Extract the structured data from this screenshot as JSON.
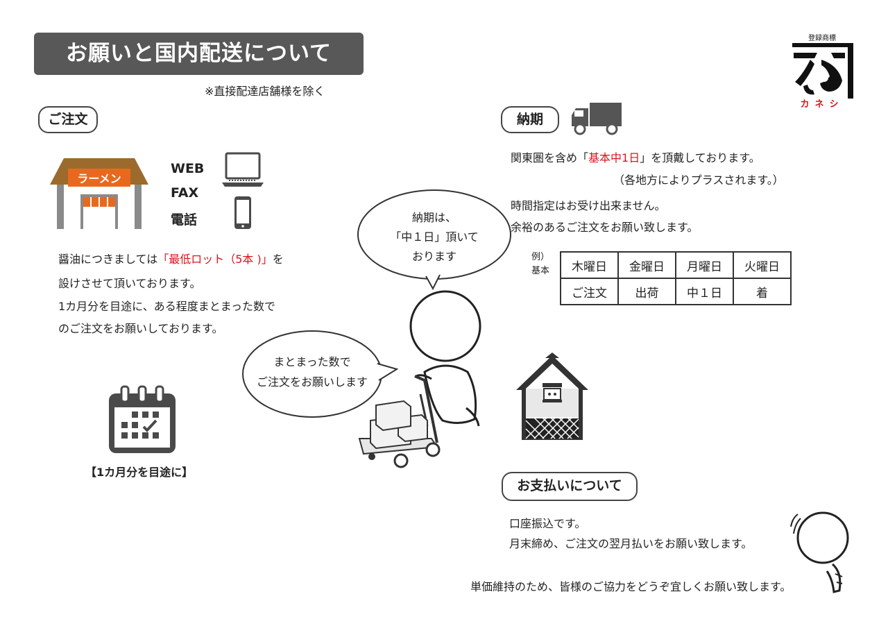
{
  "title": "お願いと国内配送について",
  "subnote": "※直接配達店舗様を除く",
  "order": {
    "heading": "ご注文",
    "shop_sign": "ラーメン",
    "methods": [
      "WEB",
      "FAX",
      "電話"
    ],
    "line1_pre": "醤油につきましては",
    "line1_red": "「最低ロット（5本 )」",
    "line1_post": "を",
    "line2": "設けさせて頂いております。",
    "line3": "1カ月分を目途に、ある程度まとまった数で",
    "line4": "のご注文をお願いしております。",
    "calendar_caption": "【1カ月分を目途に】"
  },
  "bubbles": {
    "top": [
      "納期は、",
      "「中１日」頂いて",
      "おります"
    ],
    "left": [
      "まとまった数で",
      "ご注文をお願いします"
    ]
  },
  "delivery": {
    "heading": "納期",
    "line1_pre": "関東圏を含め「",
    "line1_red": "基本中1日",
    "line1_post": "」を頂戴しております。",
    "line2": "（各地方によりプラスされます。）",
    "line3": "時間指定はお受け出来ません。",
    "line4": "余裕のあるご注文をお願い致します。",
    "example_label": [
      "例）",
      "基本"
    ],
    "table": {
      "days": [
        "木曜日",
        "金曜日",
        "月曜日",
        "火曜日"
      ],
      "events": [
        "ご注文",
        "出荷",
        "中１日",
        "着"
      ]
    }
  },
  "payment": {
    "heading": "お支払いについて",
    "line1": "口座振込です。",
    "line2": "月末締め、ご注文の翌月払いをお願い致します。"
  },
  "closing": "単価維持のため、皆様のご協力をどうぞ宜しくお願い致します。",
  "logo": {
    "top_text": "登録商標",
    "bottom_text": "カネシ"
  },
  "colors": {
    "title_bg": "#585858",
    "accent_red": "#d8141c",
    "shop_orange": "#e8691e",
    "roof_brown": "#9b6a2c",
    "icon_gray": "#4a4a4a"
  },
  "icons": [
    "ramen-shop-icon",
    "laptop-icon",
    "smartphone-icon",
    "calendar-check-icon",
    "delivery-truck-icon",
    "storehouse-icon",
    "delivery-person-illustration",
    "bowing-person-illustration",
    "kaneshi-logo"
  ]
}
